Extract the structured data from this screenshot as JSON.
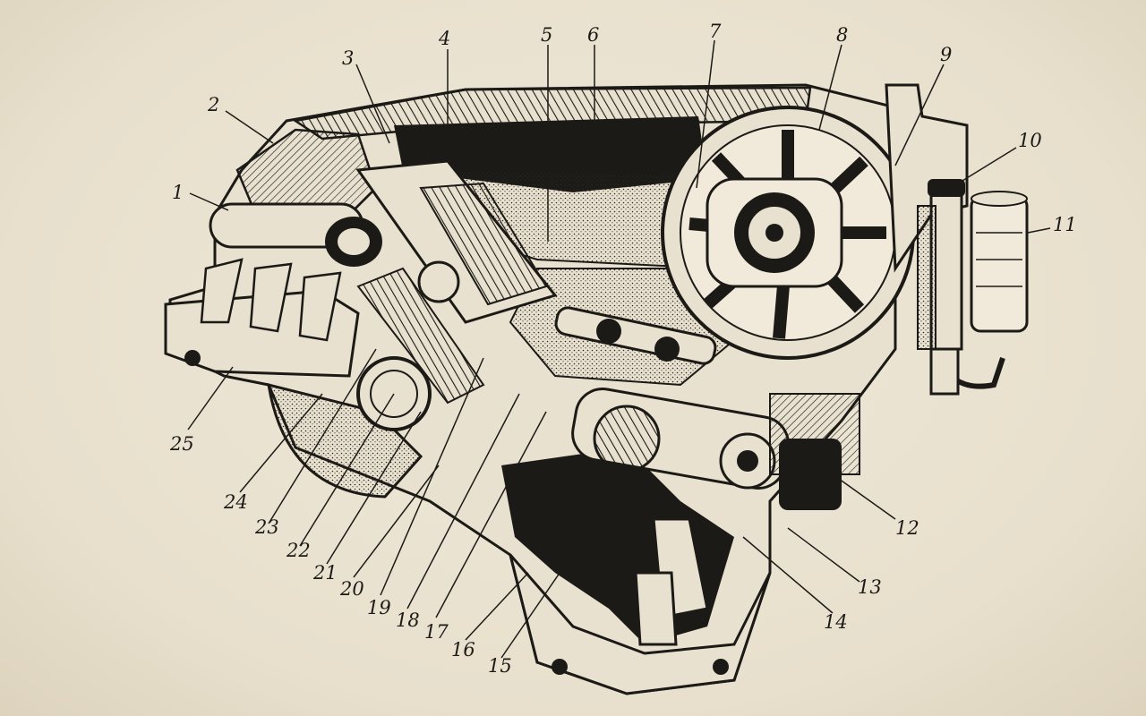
{
  "diagram": {
    "subject": "engine cutaway illustration",
    "ink_color": "#1c1a17",
    "paper_color": "#ece4d3",
    "callouts": [
      "1",
      "2",
      "3",
      "4",
      "5",
      "6",
      "7",
      "8",
      "9",
      "10",
      "11",
      "12",
      "13",
      "14",
      "15",
      "16",
      "17",
      "18",
      "19",
      "20",
      "21",
      "22",
      "23",
      "24",
      "25"
    ]
  }
}
